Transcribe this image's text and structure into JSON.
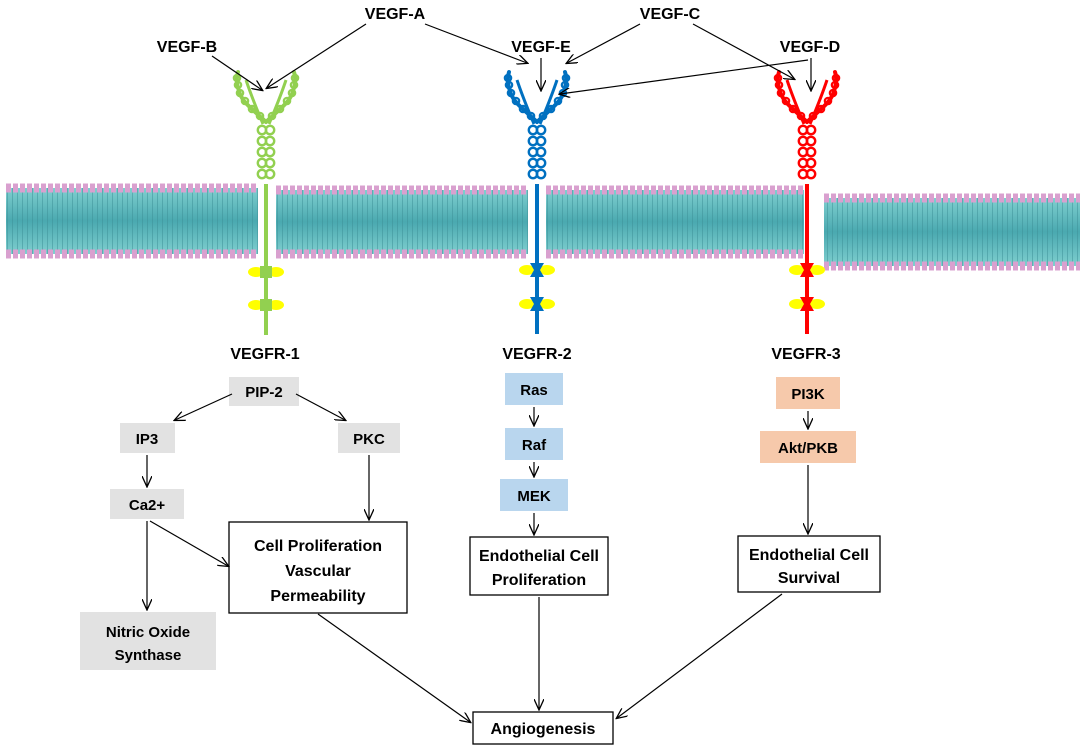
{
  "ligands": {
    "vegf_a": "VEGF-A",
    "vegf_b": "VEGF-B",
    "vegf_c": "VEGF-C",
    "vegf_d": "VEGF-D",
    "vegf_e": "VEGF-E"
  },
  "receptors": {
    "r1": {
      "label": "VEGFR-1",
      "color": "#92d050"
    },
    "r2": {
      "label": "VEGFR-2",
      "color": "#0070c0"
    },
    "r3": {
      "label": "VEGFR-3",
      "color": "#ff0000"
    }
  },
  "pathway1": {
    "pip2": "PIP-2",
    "ip3": "IP3",
    "pkc": "PKC",
    "ca2": "Ca2+",
    "outcome_line1": "Cell Proliferation",
    "outcome_line2": "Vascular",
    "outcome_line3": "Permeability",
    "nos_line1": "Nitric Oxide",
    "nos_line2": "Synthase"
  },
  "pathway2": {
    "ras": "Ras",
    "raf": "Raf",
    "mek": "MEK",
    "outcome_line1": "Endothelial Cell",
    "outcome_line2": "Proliferation"
  },
  "pathway3": {
    "pi3k": "PI3K",
    "akt": "Akt/PKB",
    "outcome_line1": "Endothelial Cell",
    "outcome_line2": "Survival"
  },
  "final": "Angiogenesis",
  "colors": {
    "membrane_core": "#5fb8bd",
    "membrane_heads": "#d9a0cf",
    "phospho": "#ffff00",
    "box_gray": "#e2e2e2",
    "box_blue": "#b9d6ee",
    "box_peach": "#f6c9ab"
  }
}
